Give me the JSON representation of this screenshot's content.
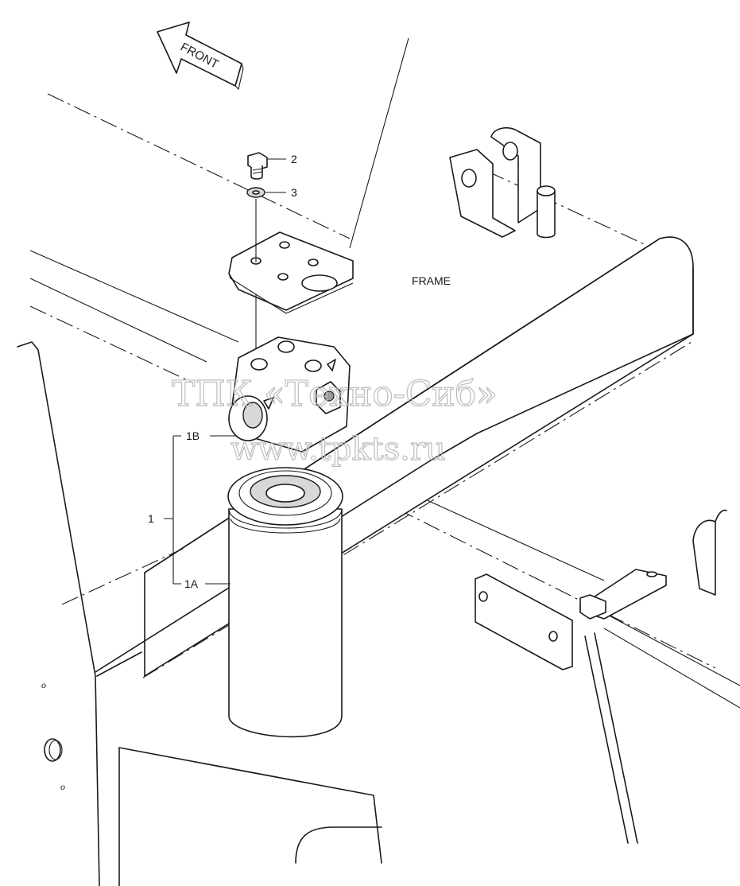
{
  "direction_label": "FRONT",
  "frame_label": "FRAME",
  "callouts": {
    "bolt": "2",
    "washer": "3",
    "assembly": "1",
    "filter_head": "1B",
    "filter_element": "1A"
  },
  "small_marks": {
    "mark_top": "o",
    "mark_bottom": "o"
  },
  "watermark": {
    "line1": "ТПК «Техно-Сиб»",
    "line2": "www.tpkts.ru"
  }
}
